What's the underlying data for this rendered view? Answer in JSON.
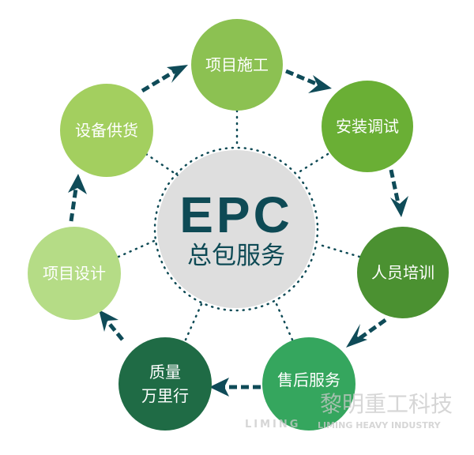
{
  "center": {
    "title": "EPC",
    "subtitle": "总包服务"
  },
  "nodes": [
    {
      "label": "项目施工",
      "color": "#8cc152"
    },
    {
      "label": "安装调试",
      "color": "#6aaf35"
    },
    {
      "label": "人员培训",
      "color": "#4b9131"
    },
    {
      "label": "售后服务",
      "color": "#35a65e"
    },
    {
      "label_line1": "质量",
      "label_line2": "万里行",
      "color": "#1f6b45"
    },
    {
      "label": "项目设计",
      "color": "#b5dc86"
    },
    {
      "label": "设备供货",
      "color": "#a3cf5f"
    }
  ],
  "colors": {
    "arrow": "#0f4b58",
    "center_text": "#0e4a55",
    "center_bg": "#dedede"
  },
  "watermark": {
    "cn": "黎明重工科技",
    "en_brand": "LIMING",
    "en_full": "LIMING HEAVY INDUSTRY"
  }
}
